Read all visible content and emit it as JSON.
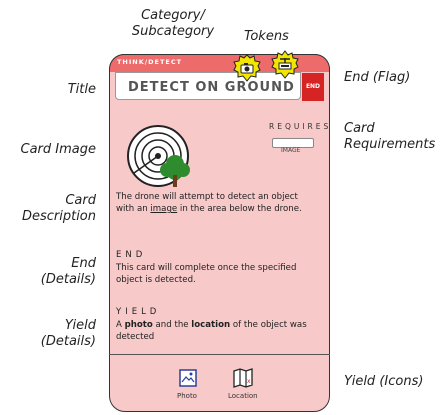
{
  "annotations": {
    "category": "Category/\nSubcategory",
    "tokens": "Tokens",
    "title": "Title",
    "end_flag": "End (Flag)",
    "card_image": "Card Image",
    "card_requirements": "Card\nRequirements",
    "card_description": "Card\nDescription",
    "end_details": "End\n(Details)",
    "yield_details": "Yield\n(Details)",
    "yield_icons": "Yield (Icons)"
  },
  "card": {
    "category": "THINK/DETECT",
    "title": "DETECT ON GROUND",
    "end_flag": "END",
    "requires_label": "REQUIRES",
    "requires_item": "IMAGE",
    "description_pre": "The drone will attempt to detect an object with an ",
    "description_link": "image",
    "description_post": " in the area below the drone.",
    "end_heading": "END",
    "end_text": "This card will complete once the specified object is detected.",
    "yield_heading": "YIELD",
    "yield_a": "A ",
    "yield_photo": "photo",
    "yield_mid": " and the ",
    "yield_location": "location",
    "yield_post": " of the object was detected",
    "icons": [
      {
        "name": "photo-icon",
        "label": "Photo"
      },
      {
        "name": "location-icon",
        "label": "Location"
      }
    ]
  },
  "colors": {
    "card_bg": "#f7c9c9",
    "header": "#ee6b6b",
    "end_flag": "#d62323",
    "token": "#f2e600",
    "tree": "#2e8b2e"
  }
}
